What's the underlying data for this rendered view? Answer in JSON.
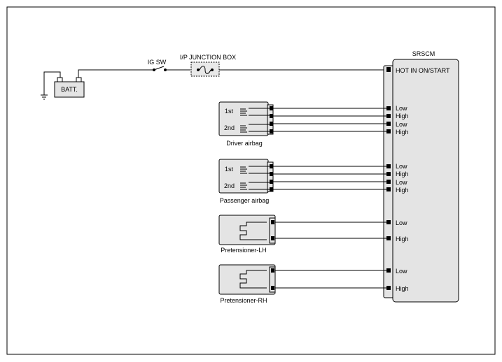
{
  "diagram": {
    "battery_label": "BATT.",
    "ig_switch_label": "IG SW",
    "junction_box_label": "I/P JUNCTION BOX",
    "module_label": "SRSCM",
    "module_power_pin": "HOT IN ON/START",
    "stage_labels": {
      "first": "1st",
      "second": "2nd"
    },
    "driver_airbag": {
      "label": "Driver airbag",
      "pins": [
        "Low",
        "High",
        "Low",
        "High"
      ]
    },
    "passenger_airbag": {
      "label": "Passenger airbag",
      "pins": [
        "Low",
        "High",
        "Low",
        "High"
      ]
    },
    "pretensioner_lh": {
      "label": "Pretensioner-LH",
      "pins": [
        "Low",
        "High"
      ]
    },
    "pretensioner_rh": {
      "label": "Pretensioner-RH",
      "pins": [
        "Low",
        "High"
      ]
    }
  }
}
